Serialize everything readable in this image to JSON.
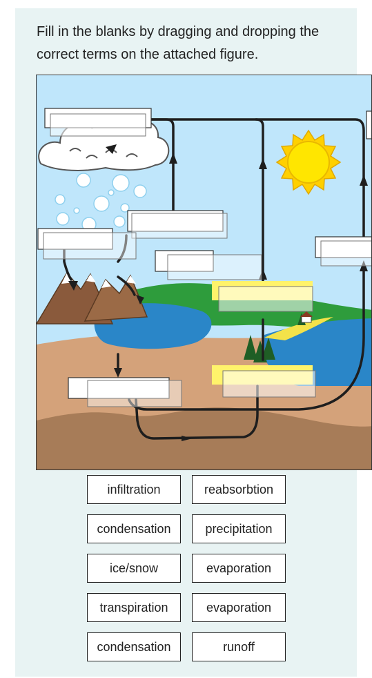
{
  "instructions": "Fill in the blanks by dragging and dropping the correct terms on the attached figure.",
  "terms": [
    [
      "infiltration",
      "reabsorbtion"
    ],
    [
      "condensation",
      "precipitation"
    ],
    [
      "ice/snow",
      "evaporation"
    ],
    [
      "transpiration",
      "evaporation"
    ],
    [
      "condensation",
      "runoff"
    ]
  ],
  "colors": {
    "panel_bg": "#e8f3f3",
    "sky": "#bfe6fb",
    "sun": "#ffe600",
    "water": "#2a86c8",
    "ground": "#d4a27a",
    "grass": "#2e9c3c",
    "highlight": "#fff36b"
  }
}
